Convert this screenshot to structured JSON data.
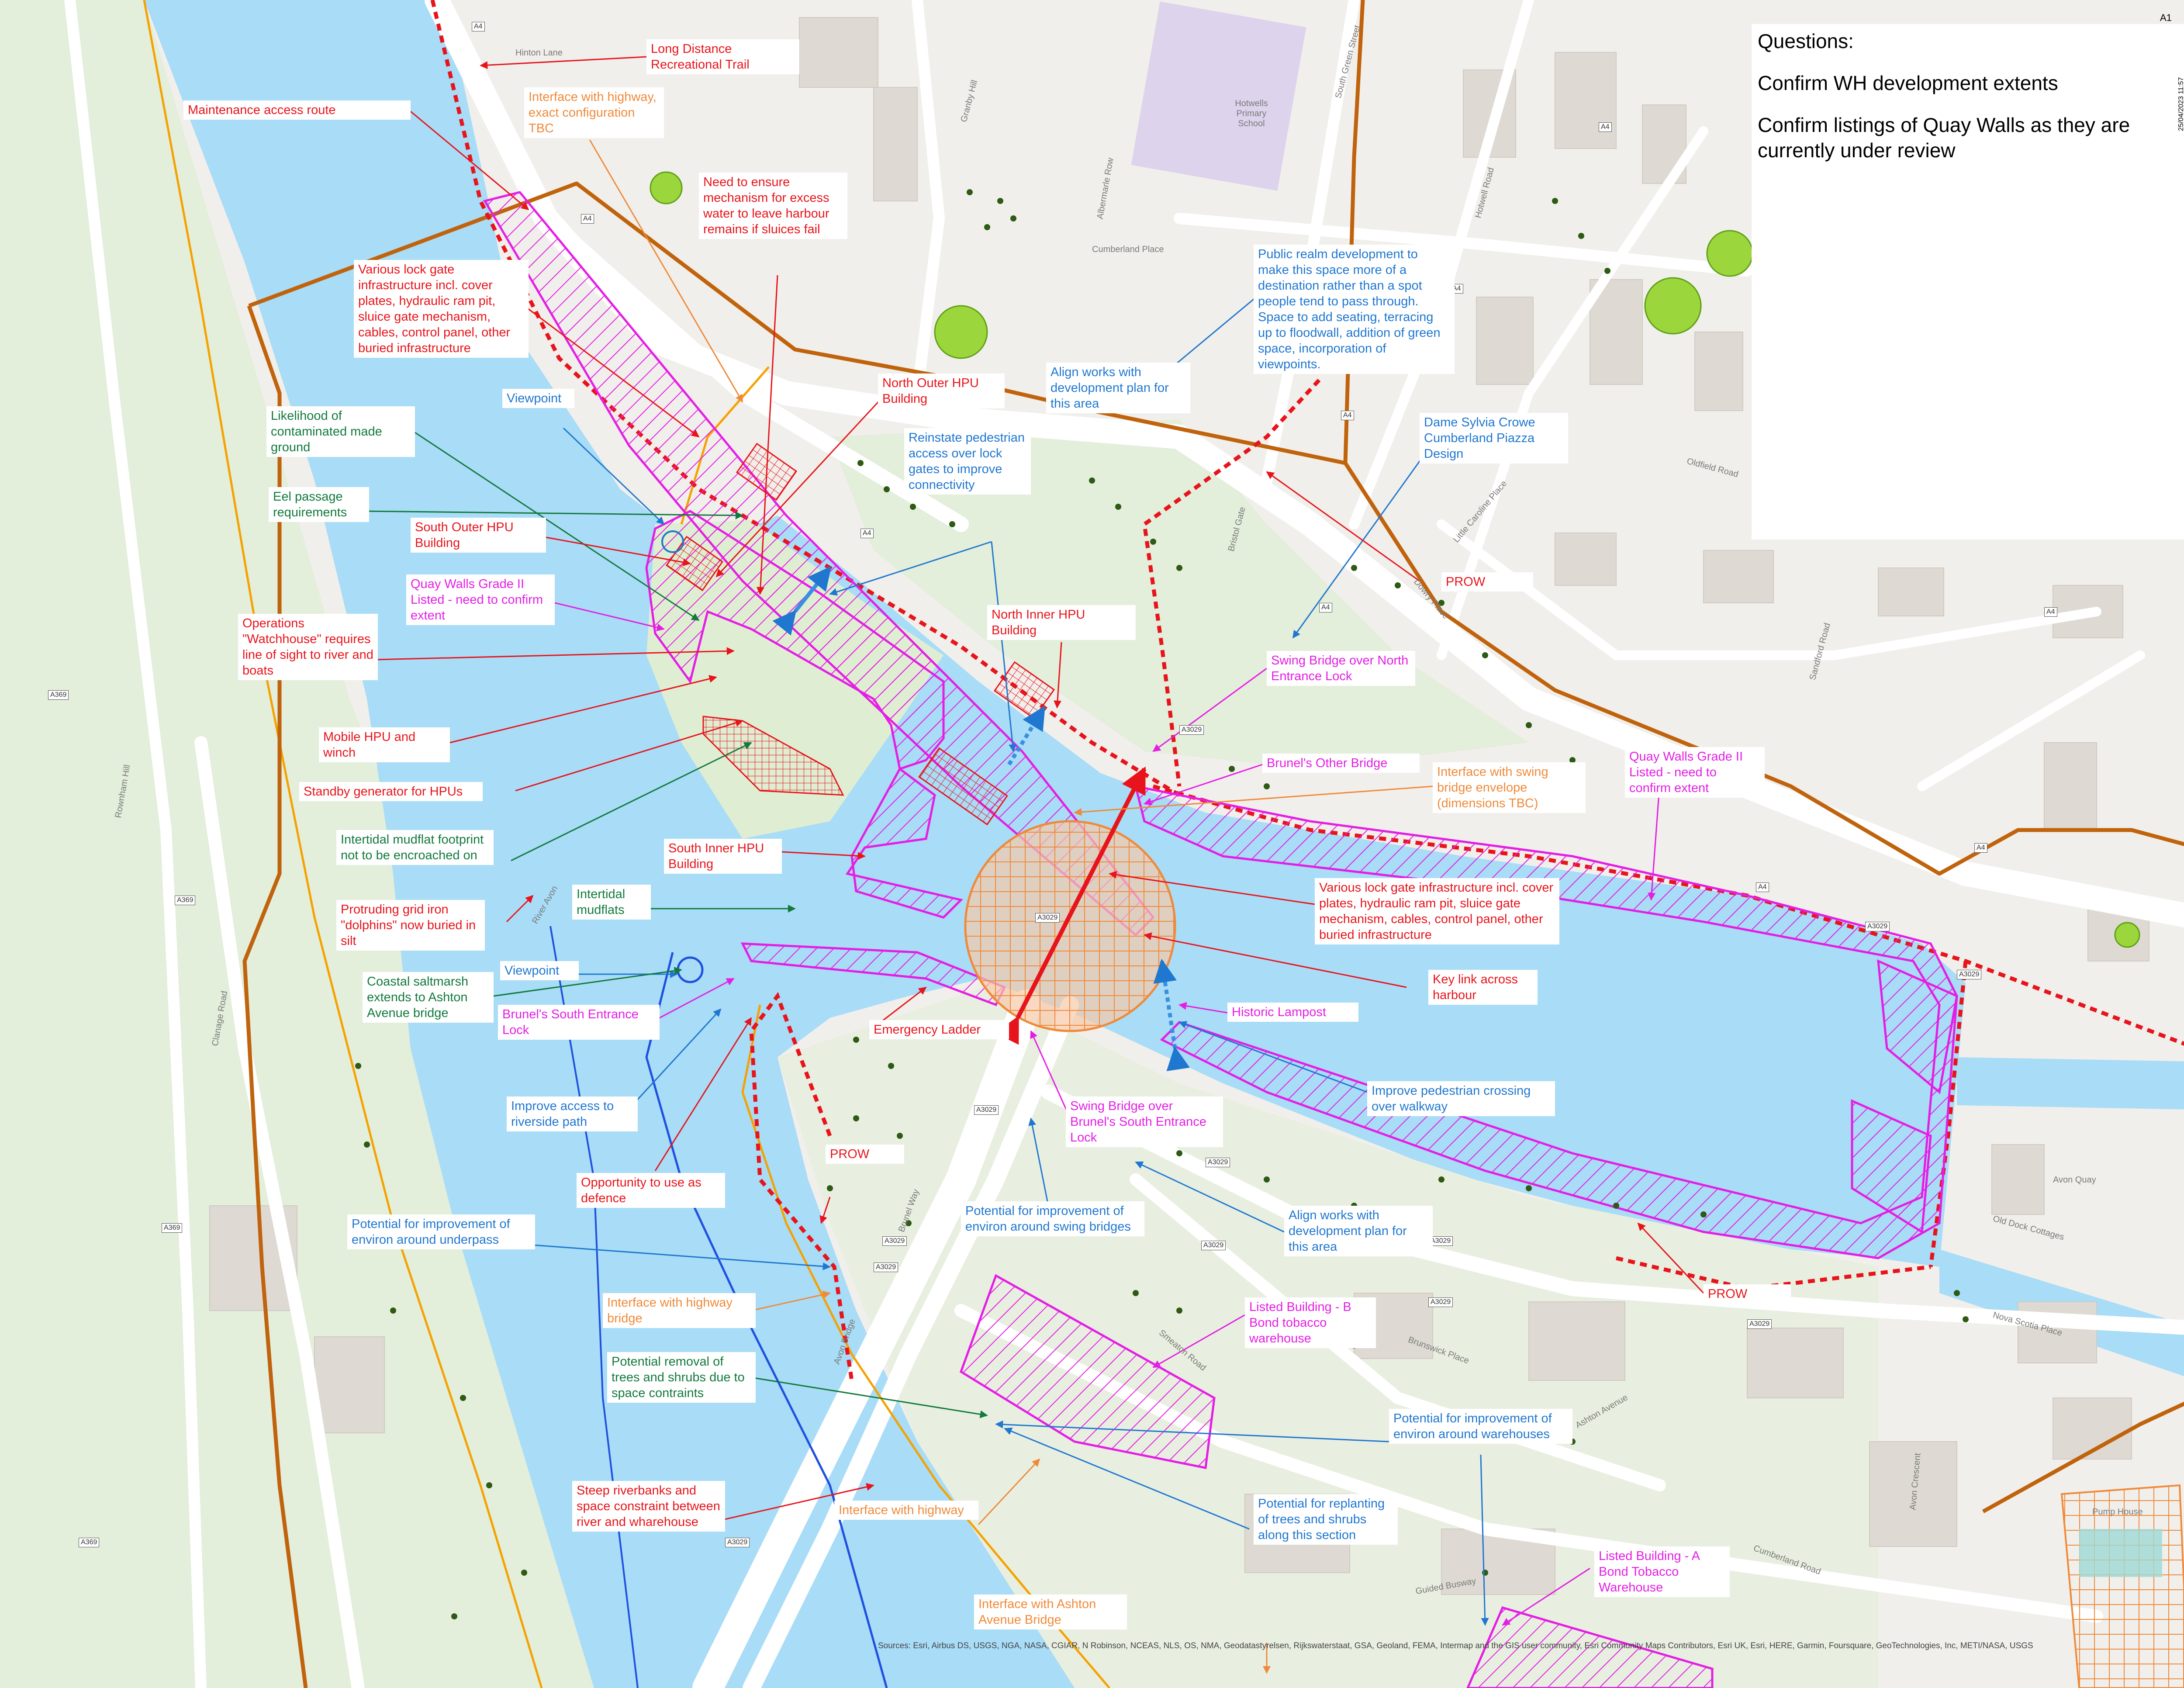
{
  "sheet_label": "A1",
  "timestamp": "25/04/2023 11:57",
  "questions": {
    "title": "Questions:",
    "items": [
      "Confirm WH development extents",
      "Confirm listings of Quay Walls as they are currently under review"
    ]
  },
  "attribution": "Sources: Esri, Airbus DS, USGS, NGA, NASA, CGIAR, N Robinson, NCEAS, NLS, OS, NMA, Geodatastyrelsen, Rijkswaterstaat, GSA, Geoland, FEMA, Intermap and the GIS user community, Esri Community Maps Contributors, Esri UK, Esri, HERE, Garmin, Foursquare, GeoTechnologies, Inc, METI/NASA, USGS",
  "annotations": {
    "long_distance_trail": "Long Distance Recreational Trail",
    "maintenance_access": "Maintenance access route",
    "interface_highway_tbc": "Interface with highway, exact configuration TBC",
    "excess_water": "Need to ensure mechanism for excess water to leave harbour remains if sluices fail",
    "lock_gate_north": "Various lock gate infrastructure incl. cover plates, hydraulic ram pit, sluice gate mechanism, cables, control panel, other buried infrastructure",
    "public_realm": "Public realm development to make this space more of a destination rather than a spot people tend to pass through. Space to add seating, terracing up to floodwall, addition of green space, incorporation of viewpoints.",
    "align_works_north": "Align works with development plan for this area",
    "north_outer_hpu": "North Outer HPU Building",
    "contaminated_ground": "Likelihood of contaminated made ground",
    "viewpoint_north": "Viewpoint",
    "reinstate_access": "Reinstate pedestrian access over lock gates to improve connectivity",
    "dame_sylvia": "Dame Sylvia Crowe Cumberland Piazza Design",
    "eel_passage": "Eel passage requirements",
    "south_outer_hpu": "South Outer HPU Building",
    "prow_north": "PROW",
    "quay_walls_west": "Quay Walls Grade II Listed -  need to confirm extent",
    "north_inner_hpu": "North Inner HPU Building",
    "watchhouse": "Operations \"Watchhouse\" requires line of sight to river and boats",
    "swing_bridge_north": "Swing Bridge over North Entrance Lock",
    "mobile_hpu": "Mobile HPU and winch",
    "brunels_other_bridge": "Brunel's Other Bridge",
    "standby_generator": "Standby generator for HPUs",
    "interface_swing_bridge": "Interface with swing bridge envelope (dimensions TBC)",
    "quay_walls_east": "Quay Walls Grade II Listed -  need to confirm extent",
    "mudflat_footprint": "Intertidal mudflat footprint not to be encroached on",
    "south_inner_hpu": "South Inner HPU Building",
    "intertidal_mudflats": "Intertidal mudflats",
    "lock_gate_south": "Various lock gate infrastructure incl. cover plates, hydraulic ram pit, sluice gate mechanism, cables, control panel, other buried infrastructure",
    "grid_iron": "Protruding grid iron \"dolphins\" now buried in silt",
    "viewpoint_south": "Viewpoint",
    "key_link": "Key link across harbour",
    "coastal_saltmarsh": "Coastal saltmarsh extends to Ashton Avenue bridge",
    "south_entrance_lock": "Brunel's South Entrance Lock",
    "historic_lampost": "Historic Lampost",
    "emergency_ladder": "Emergency Ladder",
    "improve_crossing": "Improve pedestrian crossing over walkway",
    "riverside_path": "Improve access to riverside path",
    "swing_bridge_south": "Swing Bridge over Brunel's South Entrance Lock",
    "prow_west": "PROW",
    "use_as_defence": "Opportunity to use as defence",
    "environ_swing_bridges": "Potential for improvement of environ around swing bridges",
    "align_works_south": "Align works with development plan for this area",
    "environ_underpass": "Potential for improvement of environ around underpass",
    "prow_east": "PROW",
    "interface_highway_bridge": "Interface with highway bridge",
    "listed_building_b": "Listed Building - B Bond tobacco warehouse",
    "removal_trees": "Potential removal of trees and shrubs due to space contraints",
    "environ_warehouses": "Potential for improvement of environ around warehouses",
    "steep_riverbanks": "Steep riverbanks and space constraint between river and wharehouse",
    "interface_highway": "Interface with highway",
    "replanting_trees": "Potential for replanting of trees and shrubs along this section",
    "listed_building_a": "Listed Building - A Bond Tobacco Warehouse",
    "interface_ashton": "Interface with Ashton Avenue Bridge"
  },
  "map_labels": {
    "hotwells_school": "Hotwells Primary School",
    "cumberland_place": "Cumberland Place",
    "granby_hill": "Granby Hill",
    "albermarle_row": "Albermarle Row",
    "south_green_street": "South Green Street",
    "hotwell_road": "Hotwell Road",
    "oldfield_road": "Oldfield Road",
    "little_caroline_place": "Little Caroline Place",
    "bristol_gate": "Bristol Gate",
    "dowry_place": "Dowry Place",
    "sandford_road": "Sandford Road",
    "rownham_hill": "Rownham Hill",
    "clanage_road": "Clanage Road",
    "brunel_way": "Brunel Way",
    "avon_bridge": "Avon Bridge",
    "smeaton_road": "Smeaton Road",
    "brunswick_place": "Brunswick Place",
    "ashton_avenue": "Ashton Avenue",
    "guided_busway": "Guided Busway",
    "avon_crescent": "Avon Crescent",
    "nova_scotia_place": "Nova Scotia Place",
    "old_dock_cottages": "Old Dock Cottages",
    "avon_quay": "Avon Quay",
    "cumberland_road": "Cumberland Road",
    "pump_house": "Pump House",
    "river_avon": "River Avon",
    "hinton_lane": "Hinton Lane",
    "roads": [
      "A4",
      "A369",
      "A3029"
    ]
  }
}
